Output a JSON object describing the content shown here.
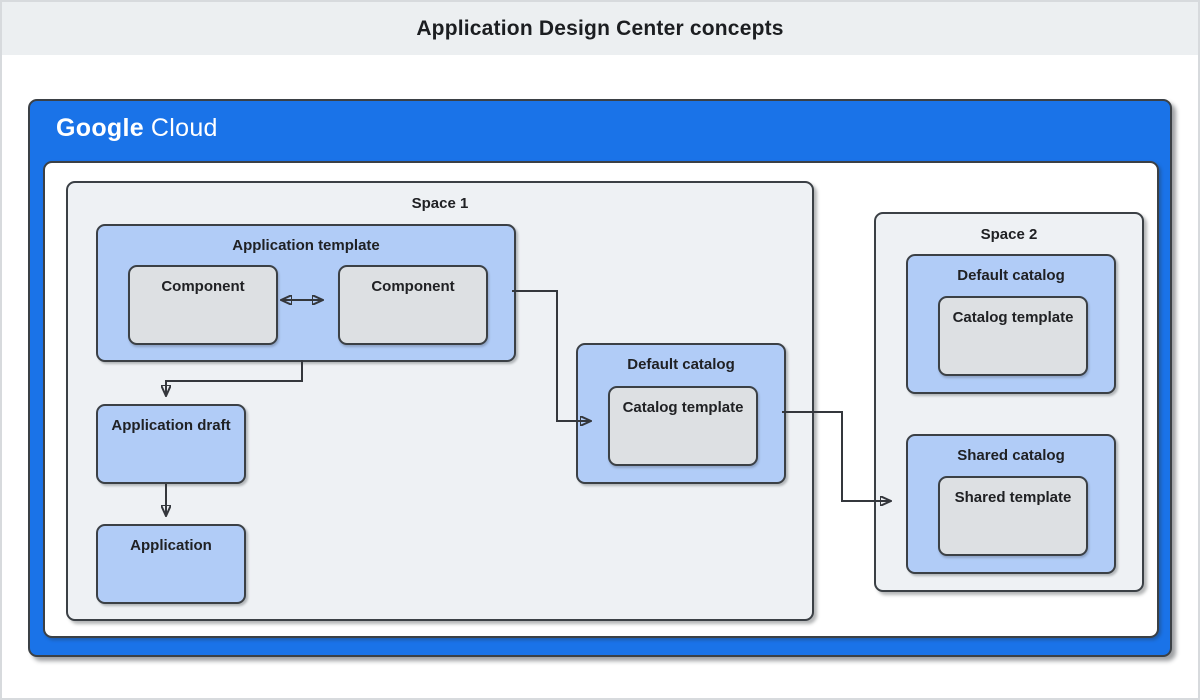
{
  "title": "Application Design Center concepts",
  "brand": {
    "google": "Google",
    "cloud": "Cloud"
  },
  "colors": {
    "brand_blue": "#1a73e8",
    "box_blue": "#b1ccf7",
    "box_gray": "#dde0e3",
    "space_bg": "#eef1f4",
    "header_bg": "#eceff1",
    "border_dark": "#3b4045",
    "arrow": "#34373c",
    "text_dark": "#202124"
  },
  "diagram": {
    "space1": {
      "label": "Space 1",
      "application_template": {
        "label": "Application template",
        "components": [
          "Component",
          "Component"
        ]
      },
      "application_draft": "Application draft",
      "application": "Application",
      "default_catalog": {
        "label": "Default catalog",
        "template": "Catalog template"
      }
    },
    "space2": {
      "label": "Space 2",
      "default_catalog": {
        "label": "Default catalog",
        "template": "Catalog template"
      },
      "shared_catalog": {
        "label": "Shared catalog",
        "template": "Shared template"
      }
    }
  }
}
